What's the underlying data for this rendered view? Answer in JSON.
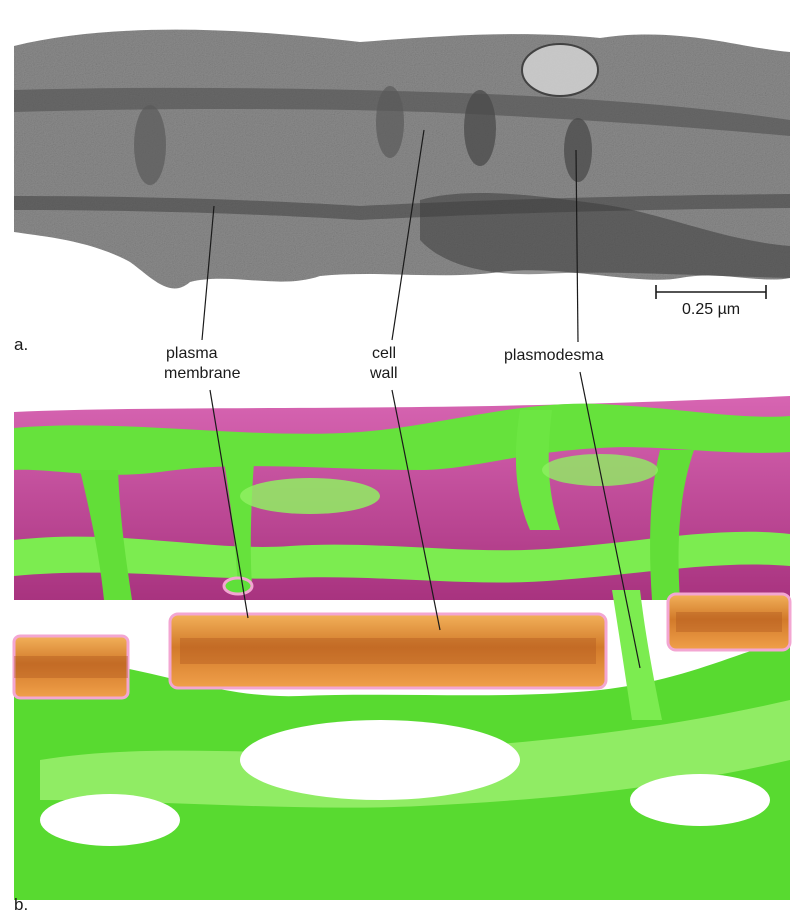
{
  "panels": {
    "a": {
      "letter": "a."
    },
    "b": {
      "letter": "b."
    }
  },
  "scale_bar": {
    "label": "0.25 µm"
  },
  "labels": {
    "plasma_membrane": {
      "line1": "plasma",
      "line2": "membrane"
    },
    "cell_wall": {
      "line1": "cell",
      "line2": "wall"
    },
    "plasmodesma": {
      "line1": "plasmodesma"
    }
  },
  "colors": {
    "cytoplasm_green": "#5fe03a",
    "cytoplasm_highlight": "#d8ffb0",
    "cell_interior_magenta": "#c0449c",
    "cell_wall_orange": "#e0902c",
    "cell_wall_core": "#a8501e",
    "membrane_pink": "#f3a6d2",
    "micrograph_gray": "#8a8a8a"
  }
}
